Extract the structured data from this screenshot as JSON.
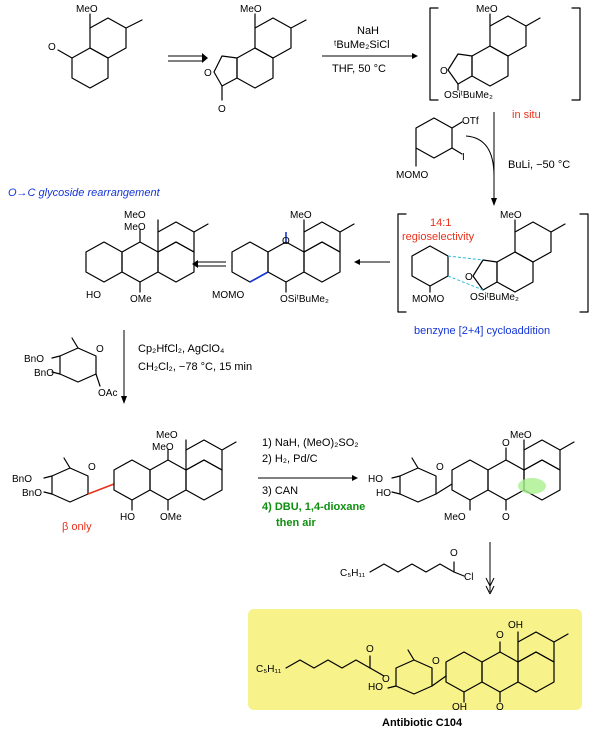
{
  "reagents": {
    "step1_a": "NaH",
    "step1_b": "ᵗBuMe₂SiCl",
    "step1_c": "THF, 50 °C",
    "in_situ": "in situ",
    "benzyne_reagent": "BuLi, −50 °C",
    "glycosylation_a": "Cp₂HfCl₂, AgClO₄",
    "glycosylation_b": "CH₂Cl₂, −78 °C, 15 min",
    "steps": [
      "1) NaH, (MeO)₂SO₂",
      "2) H₂, Pd/C",
      "3) CAN",
      "4) DBU, 1,4-dioxane",
      "then air"
    ]
  },
  "annotations": {
    "rearrangement": "O→C glycoside rearrangement",
    "regioselectivity_ratio": "14:1",
    "regioselectivity": "regioselectivity",
    "cycloaddition": "benzyne [2+4] cycloaddition",
    "beta_only": "β only"
  },
  "atoms": {
    "MeO": "MeO",
    "O": "O",
    "OTf": "OTf",
    "I": "I",
    "MOMO": "MOMO",
    "OSiBuMe2": "OSiᵗBuMe₂",
    "HO": "HO",
    "OMe": "OMe",
    "BnO": "BnO",
    "OAc": "OAc",
    "OH": "OH",
    "Cl": "Cl",
    "C5H11": "C₅H₁₁"
  },
  "product_label": "Antibiotic C104",
  "colors": {
    "red": "#e8321c",
    "blue": "#1535d6",
    "green": "#0f8f0f",
    "highlight_box": "#f7f28a",
    "highlight_bond": "#a8f08c",
    "dash_cyan": "#2fb9d9"
  }
}
